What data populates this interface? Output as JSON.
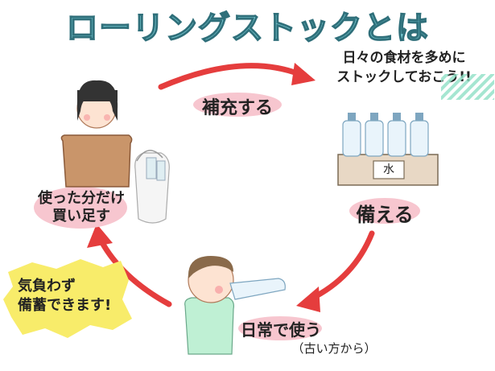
{
  "title": "ローリングストックとは",
  "note": {
    "line1": "日々の食材を多めに",
    "line2": "ストックしておこう!!"
  },
  "steps": {
    "replenish": "補充する",
    "prepare": "備える",
    "daily_use": "日常で使う",
    "daily_use_sub": "（古い方から）",
    "buy_used_line1": "使った分だけ",
    "buy_used_line2": "買い足す"
  },
  "box_label": "水",
  "callout": {
    "line1": "気負わず",
    "line2": "備蓄できます!"
  },
  "colors": {
    "title_fill": "#7fd6de",
    "arrow": "#e53d3d",
    "pink_blob": "#f7c6cf",
    "yellow_burst": "#f8ec6a",
    "green_stripes": "#8fe0c6"
  },
  "icons": [
    "woman-with-bag-illustration",
    "water-bottle-box-illustration",
    "child-drinking-illustration"
  ]
}
